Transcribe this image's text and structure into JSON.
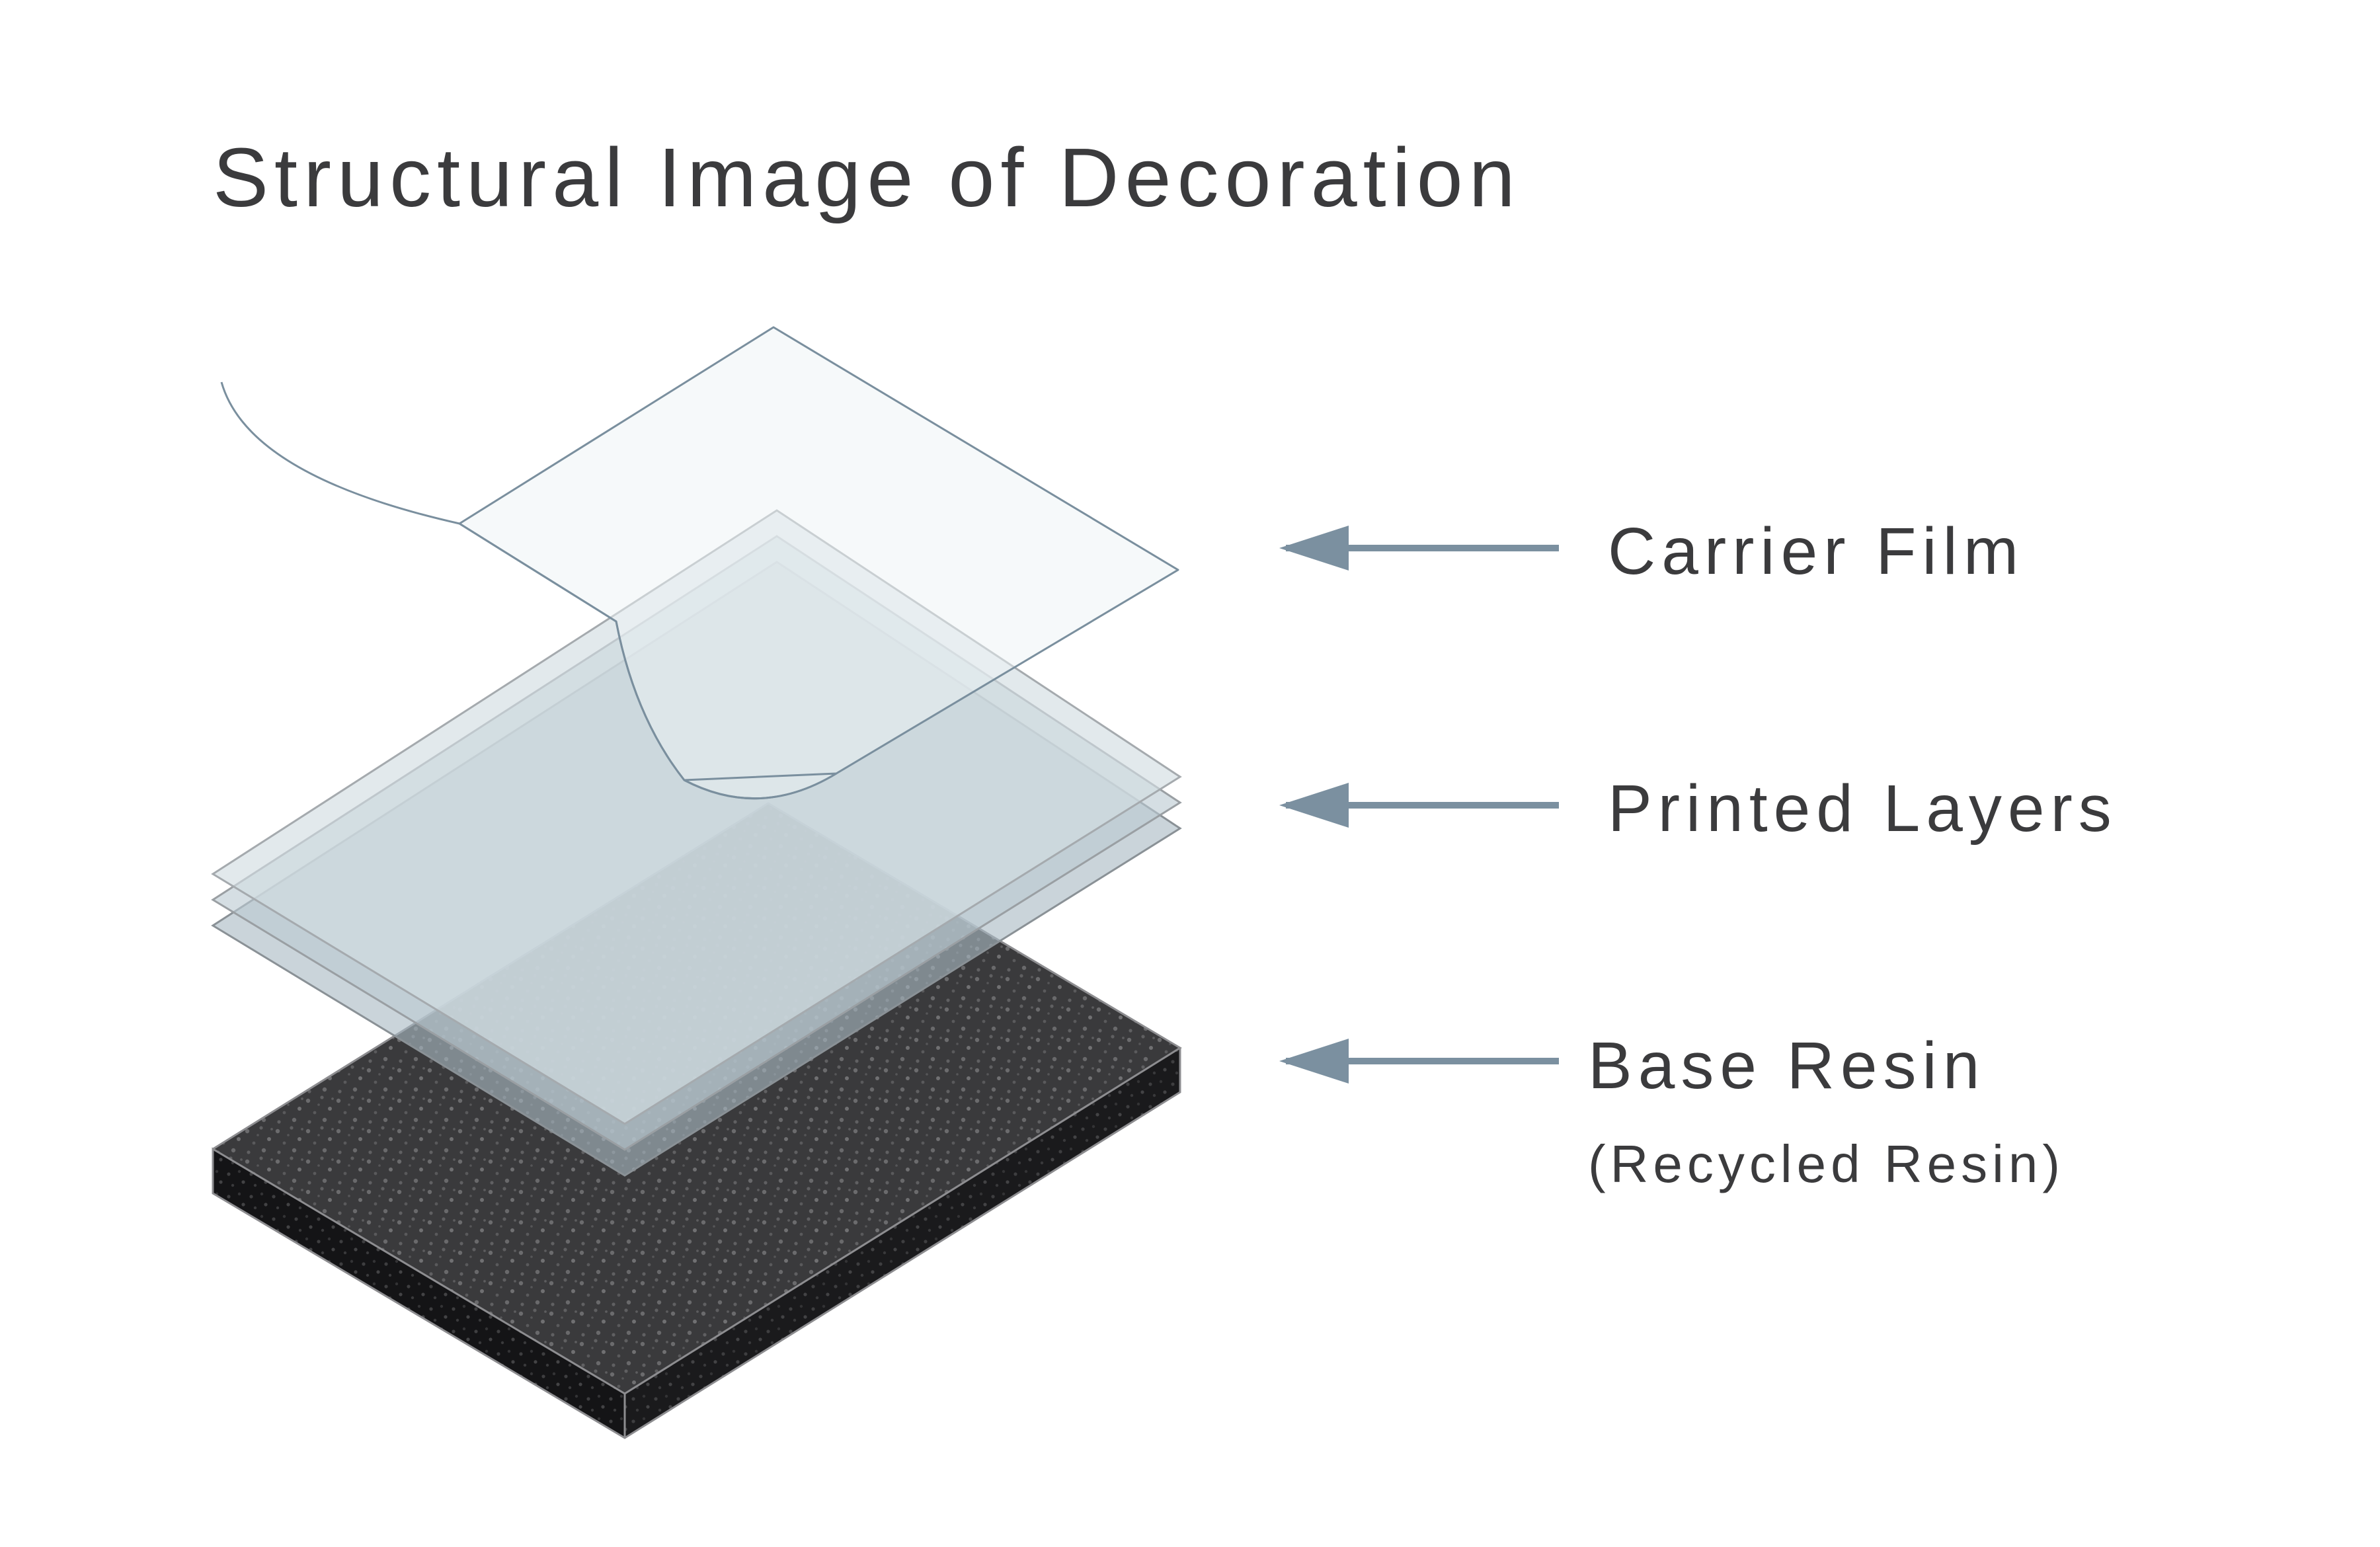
{
  "title": "Structural Image of Decoration",
  "layers": [
    {
      "id": "carrier",
      "label": "Carrier Film"
    },
    {
      "id": "printed",
      "label": "Printed Layers"
    },
    {
      "id": "base",
      "label": "Base Resin",
      "sublabel": "(Recycled Resin)"
    }
  ],
  "colors": {
    "text": "#3b3b3d",
    "arrow": "#7b90a0",
    "film_stroke": "#7a8f9e",
    "printed_fill": "#b9c7cf",
    "base_top": "#3a3a3c",
    "base_side": "#151517",
    "speckle": "#6c6c6e"
  }
}
